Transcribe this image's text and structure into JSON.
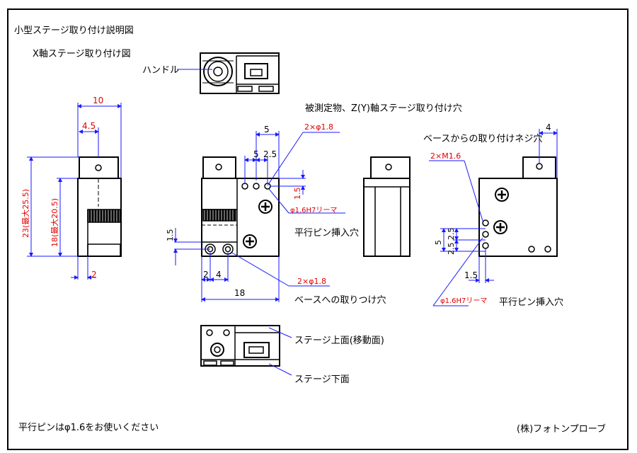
{
  "title": "小型ステージ取り付け説明図",
  "subtitle": "X軸ステージ取り付け図",
  "labels": {
    "handle": "ハンドル",
    "measured_hole": "被測定物、Z(Y)軸ステージ取り付け穴",
    "base_hole": "ベースからの取り付けネジ穴",
    "pin_hole_center": "平行ピン挿入穴",
    "pin_hole_right": "平行ピン挿入穴",
    "base_mount": "ベースへの取りつけ穴",
    "stage_top": "ステージ上面(移動面)",
    "stage_bottom": "ステージ下面",
    "pin_note": "平行ピンはφ1.6をお使いください",
    "company": "(株)フォトンプローブ"
  },
  "dimensions": {
    "d10": "10",
    "d4_5": "4.5",
    "d23": "23(最大25.5)",
    "d18v": "18(最大20.5)",
    "d2_left": "2",
    "d5_top": "5",
    "d5_inner": "5",
    "d2_5_top": "2.5",
    "d2x1_8_top": "2×φ1.8",
    "d1_5_right": "1.5",
    "d1_6_reamer": "φ1.6H7リーマ",
    "d1_5_left": "1.5",
    "d2_bottom": "2",
    "d4_bottom": "4",
    "d18_bottom": "18",
    "d2x1_8_bottom": "2×φ1.8",
    "d4_right": "4",
    "d2xm1_6": "2×M1.6",
    "d5_right": "5",
    "d2_5_right_a": "2.5",
    "d2_5_right_b": "2.5",
    "d1_5_right_bottom": "1.5",
    "d1_6_reamer_right": "φ1.6H7リーマ"
  },
  "colors": {
    "line": "#000000",
    "dimension": "#1a1aff",
    "dim_text": "#e00000",
    "border": "#000000"
  }
}
